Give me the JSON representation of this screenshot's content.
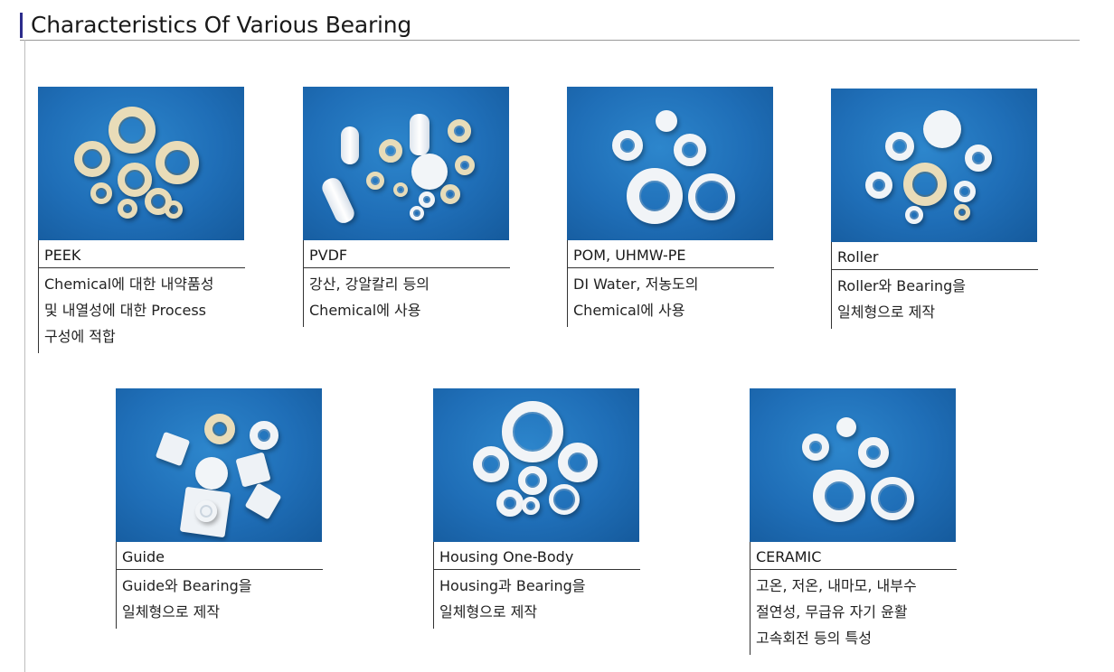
{
  "page": {
    "title": "Characteristics Of Various Bearing"
  },
  "bearings": [
    {
      "label": "PEEK",
      "desc": [
        "Chemical에 대한 내약품성",
        "및 내열성에 대한 Process",
        "구성에 적합"
      ]
    },
    {
      "label": "PVDF",
      "desc": [
        "강산, 강알칼리 등의",
        "Chemical에 사용"
      ]
    },
    {
      "label": "POM, UHMW-PE",
      "desc": [
        "DI Water, 저농도의",
        "Chemical에 사용"
      ]
    },
    {
      "label": "Roller",
      "desc": [
        "Roller와 Bearing을",
        "일체형으로 제작"
      ]
    },
    {
      "label": "Guide",
      "desc": [
        "Guide와 Bearing을",
        "일체형으로 제작"
      ]
    },
    {
      "label": "Housing One-Body",
      "desc": [
        "Housing과 Bearing을",
        "일체형으로 제작"
      ]
    },
    {
      "label": "CERAMIC",
      "desc": [
        "고온, 저온, 내마모, 내부수",
        "절연성, 무급유 자기 윤활",
        "고속회전 등의 특성"
      ]
    }
  ],
  "colors": {
    "photo_background": "#1f6eb7",
    "title_accent": "#2c2c8c"
  }
}
